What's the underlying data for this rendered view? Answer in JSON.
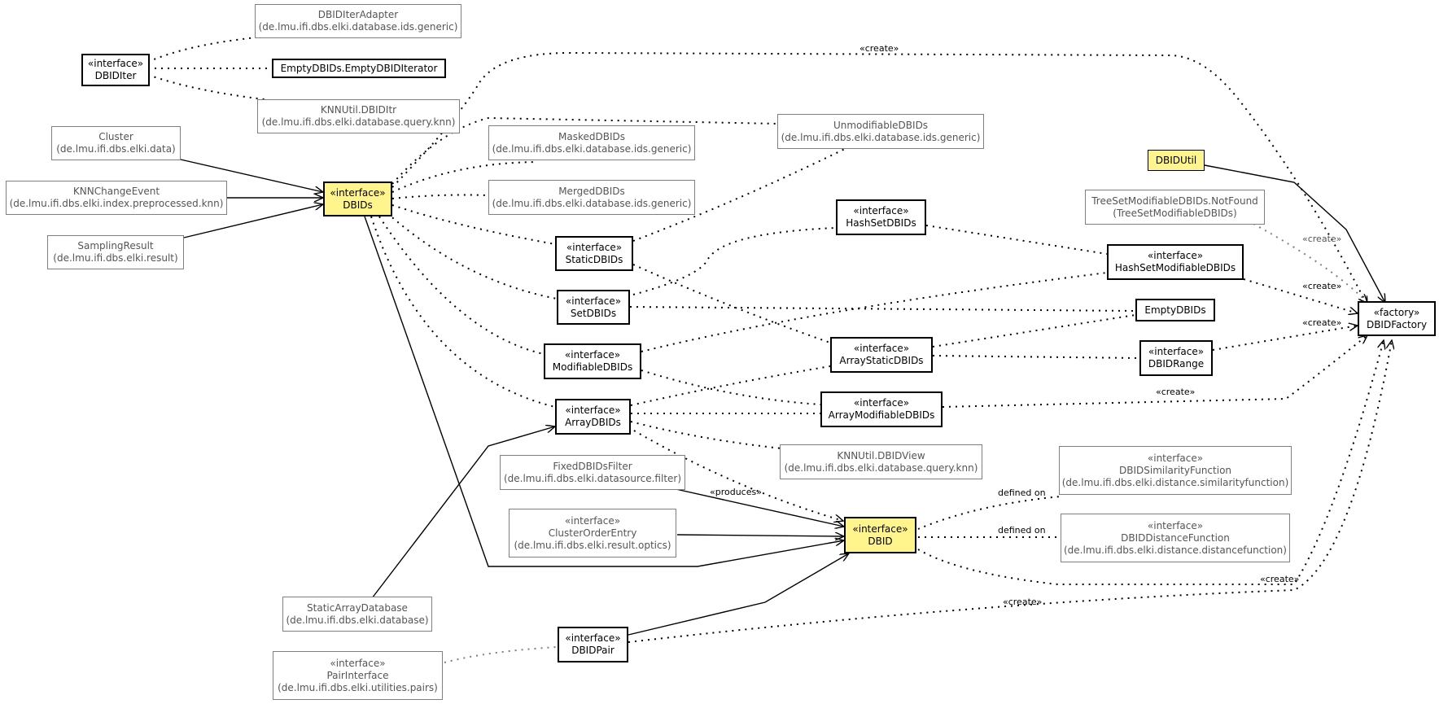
{
  "nodes": {
    "dbiditeradapter": {
      "lines": [
        "DBIDIterAdapter",
        "(de.lmu.ifi.dbs.elki.database.ids.generic)"
      ]
    },
    "dbiditer": {
      "lines": [
        "«interface»",
        "DBIDIter"
      ]
    },
    "emptyiterator": {
      "lines": [
        "EmptyDBIDs.EmptyDBIDIterator"
      ]
    },
    "knndbiditr": {
      "lines": [
        "KNNUtil.DBIDItr",
        "(de.lmu.ifi.dbs.elki.database.query.knn)"
      ]
    },
    "cluster": {
      "lines": [
        "Cluster",
        "(de.lmu.ifi.dbs.elki.data)"
      ]
    },
    "knnchange": {
      "lines": [
        "KNNChangeEvent",
        "(de.lmu.ifi.dbs.elki.index.preprocessed.knn)"
      ]
    },
    "sampling": {
      "lines": [
        "SamplingResult",
        "(de.lmu.ifi.dbs.elki.result)"
      ]
    },
    "dbids": {
      "lines": [
        "«interface»",
        "DBIDs"
      ]
    },
    "masked": {
      "lines": [
        "MaskedDBIDs",
        "(de.lmu.ifi.dbs.elki.database.ids.generic)"
      ]
    },
    "merged": {
      "lines": [
        "MergedDBIDs",
        "(de.lmu.ifi.dbs.elki.database.ids.generic)"
      ]
    },
    "unmodifiable": {
      "lines": [
        "UnmodifiableDBIDs",
        "(de.lmu.ifi.dbs.elki.database.ids.generic)"
      ]
    },
    "dbidutil": {
      "lines": [
        "DBIDUtil"
      ]
    },
    "treeset": {
      "lines": [
        "TreeSetModifiableDBIDs.NotFound",
        "(TreeSetModifiableDBIDs)"
      ]
    },
    "hashset": {
      "lines": [
        "«interface»",
        "HashSetDBIDs"
      ]
    },
    "staticdbids": {
      "lines": [
        "«interface»",
        "StaticDBIDs"
      ]
    },
    "hashsetmod": {
      "lines": [
        "«interface»",
        "HashSetModifiableDBIDs"
      ]
    },
    "setdbids": {
      "lines": [
        "«interface»",
        "SetDBIDs"
      ]
    },
    "emptydbids": {
      "lines": [
        "EmptyDBIDs"
      ]
    },
    "factory": {
      "lines": [
        "«factory»",
        "DBIDFactory"
      ]
    },
    "modifiable": {
      "lines": [
        "«interface»",
        "ModifiableDBIDs"
      ]
    },
    "arraystatic": {
      "lines": [
        "«interface»",
        "ArrayStaticDBIDs"
      ]
    },
    "dbidrange": {
      "lines": [
        "«interface»",
        "DBIDRange"
      ]
    },
    "arraydbids": {
      "lines": [
        "«interface»",
        "ArrayDBIDs"
      ]
    },
    "arraymod": {
      "lines": [
        "«interface»",
        "ArrayModifiableDBIDs"
      ]
    },
    "dbidview": {
      "lines": [
        "KNNUtil.DBIDView",
        "(de.lmu.ifi.dbs.elki.database.query.knn)"
      ]
    },
    "fixedfilter": {
      "lines": [
        "FixedDBIDsFilter",
        "(de.lmu.ifi.dbs.elki.datasource.filter)"
      ]
    },
    "simfunc": {
      "lines": [
        "«interface»",
        "DBIDSimilarityFunction",
        "(de.lmu.ifi.dbs.elki.distance.similarityfunction)"
      ]
    },
    "clusterorder": {
      "lines": [
        "«interface»",
        "ClusterOrderEntry",
        "(de.lmu.ifi.dbs.elki.result.optics)"
      ]
    },
    "dbid": {
      "lines": [
        "«interface»",
        "DBID"
      ]
    },
    "distfunc": {
      "lines": [
        "«interface»",
        "DBIDDistanceFunction",
        "(de.lmu.ifi.dbs.elki.distance.distancefunction)"
      ]
    },
    "staticarraydb": {
      "lines": [
        "StaticArrayDatabase",
        "(de.lmu.ifi.dbs.elki.database)"
      ]
    },
    "dbidpair": {
      "lines": [
        "«interface»",
        "DBIDPair"
      ]
    },
    "pairinterface": {
      "lines": [
        "«interface»",
        "PairInterface",
        "(de.lmu.ifi.dbs.elki.utilities.pairs)"
      ]
    }
  },
  "edge_labels": {
    "create_top": "«create»",
    "create_treeset": "«create»",
    "create_hashsetmod": "«create»",
    "create_dbidrange": "«create»",
    "create_arraymod": "«create»",
    "create_dbid": "«create»",
    "create_dbidpair": "«create»",
    "produces": "«produces»",
    "defined_on_sim": "defined on",
    "defined_on_dist": "defined on"
  },
  "colors": {
    "highlight": "#fff58c",
    "external_border": "#7f7f7f",
    "external_text": "#555555",
    "edge": "#000000"
  }
}
